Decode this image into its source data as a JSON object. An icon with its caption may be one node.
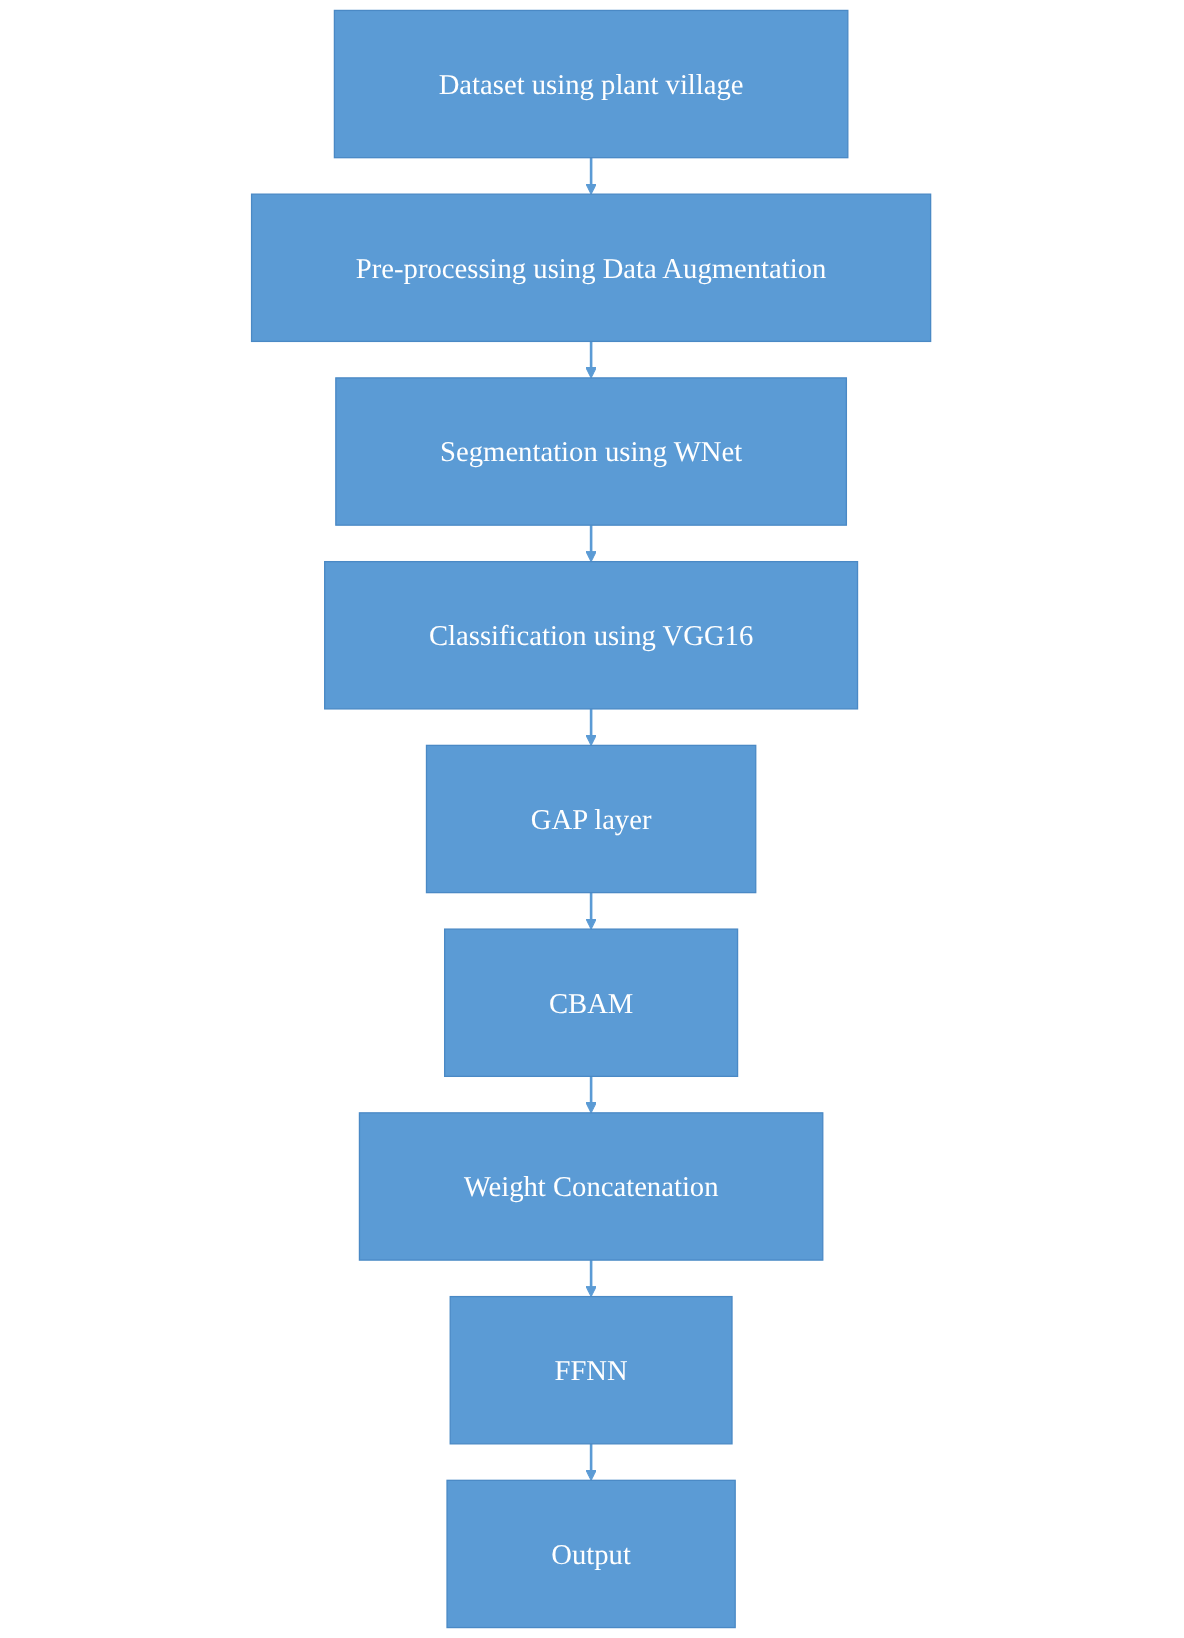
{
  "diagram": {
    "nodes": [
      {
        "text": [
          "Dataset using plant village"
        ]
      },
      {
        "text": [
          "Pre-processing using Data Augmentation"
        ]
      },
      {
        "text": [
          "Segmentation using WNet"
        ]
      },
      {
        "text": [
          "Classification using VGG16"
        ]
      },
      {
        "text": [
          "GAP layer"
        ]
      },
      {
        "text": [
          "CBAM"
        ]
      },
      {
        "text": [
          "Weight Concatenation"
        ]
      },
      {
        "text": [
          "FFNN"
        ]
      },
      {
        "text": [
          "Output"
        ]
      }
    ],
    "edges": [
      {
        "from": 0,
        "to": 1,
        "arrow": "to"
      },
      {
        "from": 1,
        "to": 2,
        "arrow": "to"
      },
      {
        "from": 2,
        "to": 3,
        "arrow": "to"
      },
      {
        "from": 3,
        "to": 4,
        "arrow": "to"
      },
      {
        "from": 4,
        "to": 5,
        "arrow": "to"
      },
      {
        "from": 5,
        "to": 6,
        "arrow": "to"
      },
      {
        "from": 6,
        "to": 7,
        "arrow": "to"
      },
      {
        "from": 7,
        "to": 8,
        "arrow": "to"
      }
    ]
  }
}
